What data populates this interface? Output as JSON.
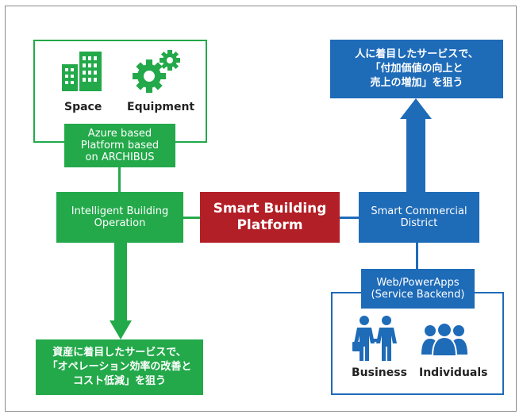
{
  "top_left_group": {
    "space_label": "Space",
    "equipment_label": "Equipment",
    "platform_box": "Azure based\nPlatform based\non ARCHIBUS"
  },
  "intelligent_box": "Intelligent Building\nOperation",
  "hub_box": "Smart Building\nPlatform",
  "district_box": "Smart Commercial\nDistrict",
  "bottom_left_box": "資産に着目したサービスで、\n「オペレーション効率の改善と\nコスト低減」を狙う",
  "top_right_box": "人に着目したサービスで、\n「付加価値の向上と\n売上の増加」を狙う",
  "bottom_right_group": {
    "backend_box": "Web/PowerApps\n(Service Backend)",
    "business_label": "Business",
    "individuals_label": "Individuals"
  },
  "colors": {
    "green": "#23a94a",
    "blue": "#1e6bb8",
    "red": "#b31f26"
  },
  "icons": [
    "building-icon",
    "gears-icon",
    "business-people-icon",
    "individuals-icon"
  ]
}
